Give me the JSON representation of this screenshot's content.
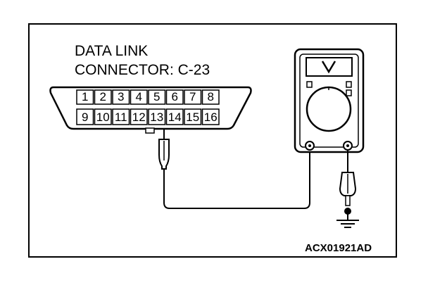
{
  "connector": {
    "title_line1": "DATA LINK",
    "title_line2": "CONNECTOR: C-23",
    "top_pins": [
      "1",
      "2",
      "3",
      "4",
      "5",
      "6",
      "7",
      "8"
    ],
    "bottom_pins": [
      "9",
      "10",
      "11",
      "12",
      "13",
      "14",
      "15",
      "16"
    ],
    "probed_pin": "13"
  },
  "meter": {
    "display_symbol": "V",
    "icon": "multimeter-icon"
  },
  "ground": {
    "icon": "ground-symbol-icon"
  },
  "figure_id": "ACX01921AD"
}
